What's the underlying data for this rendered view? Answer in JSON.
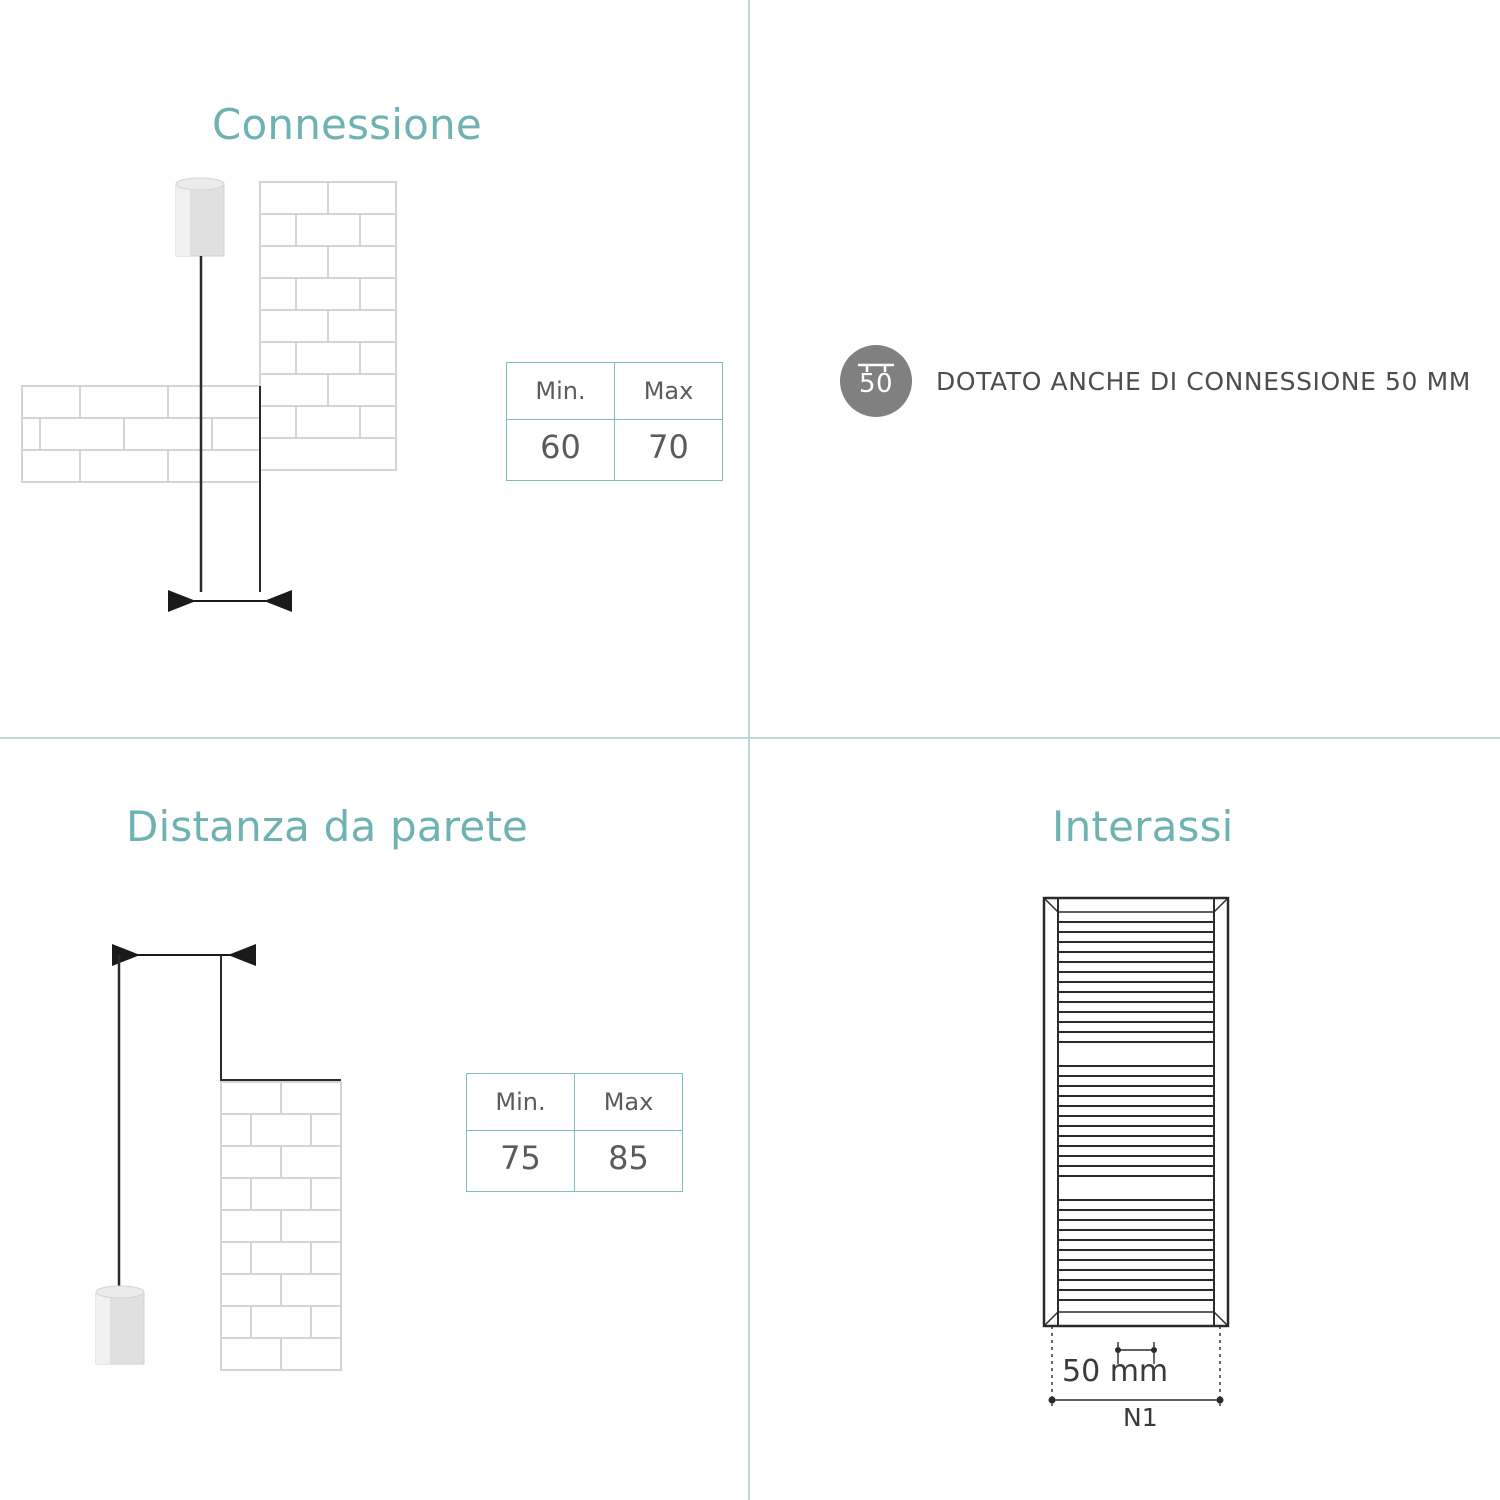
{
  "sections": {
    "connessione": {
      "title": "Connessione",
      "table": {
        "headers": [
          "Min.",
          "Max"
        ],
        "values": [
          "60",
          "70"
        ]
      }
    },
    "note": {
      "badge_value": "50",
      "badge_icon": "bracket-mount-icon",
      "text": "DOTATO ANCHE DI CONNESSIONE 50 MM"
    },
    "distanza": {
      "title": "Distanza da parete",
      "table": {
        "headers": [
          "Min.",
          "Max"
        ],
        "values": [
          "75",
          "85"
        ]
      }
    },
    "interassi": {
      "title": "Interassi",
      "dimension_label": "50 mm",
      "center_label": "N1"
    }
  },
  "colors": {
    "accent": "#6fb2b2",
    "divider": "#b9d8d8",
    "table_border": "#7fbcbc",
    "text": "#5b5b5b",
    "badge_bg": "#808080",
    "line": "#2b2b2b",
    "brick": "#d9d9d9"
  }
}
